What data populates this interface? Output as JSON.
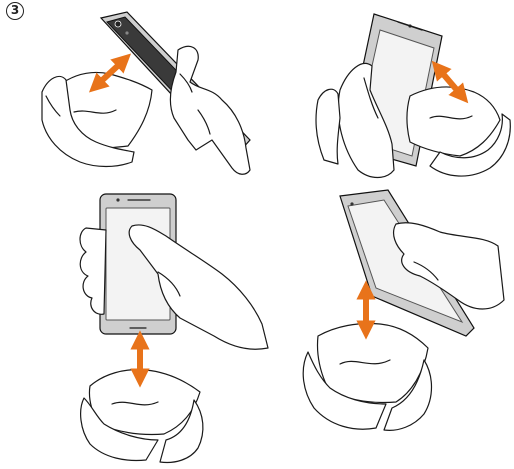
{
  "step": {
    "number": "3"
  },
  "panels": [
    {
      "id": "top-left",
      "arrow_color": "#e8731a"
    },
    {
      "id": "top-right",
      "arrow_color": "#e8731a"
    },
    {
      "id": "bottom-left",
      "arrow_color": "#e8731a"
    },
    {
      "id": "bottom-right",
      "arrow_color": "#e8731a"
    }
  ]
}
